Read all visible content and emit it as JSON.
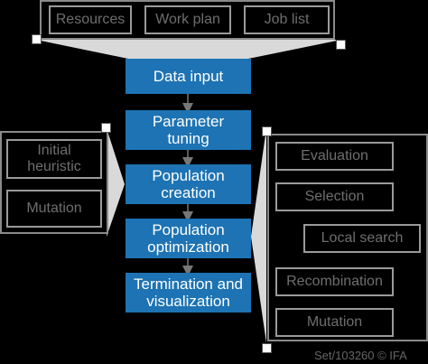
{
  "inputs": {
    "resources": "Resources",
    "work_plan": "Work plan",
    "job_list": "Job list"
  },
  "main_flow": {
    "data_input": "Data input",
    "parameter_tuning": "Parameter\ntuning",
    "population_creation": "Population\ncreation",
    "population_optimization": "Population\noptimization",
    "termination": "Termination and\nvisualization"
  },
  "left_detail": {
    "initial_heuristic": "Initial\nheuristic",
    "mutation": "Mutation"
  },
  "right_detail": {
    "evaluation": "Evaluation",
    "selection": "Selection",
    "local_search": "Local search",
    "recombination": "Recombination",
    "mutation": "Mutation"
  },
  "credit": "Set/103260 © IFA",
  "colors": {
    "process_blue": "#1d73b3",
    "outline_grey": "#9a9a9a",
    "background": "#000000"
  }
}
